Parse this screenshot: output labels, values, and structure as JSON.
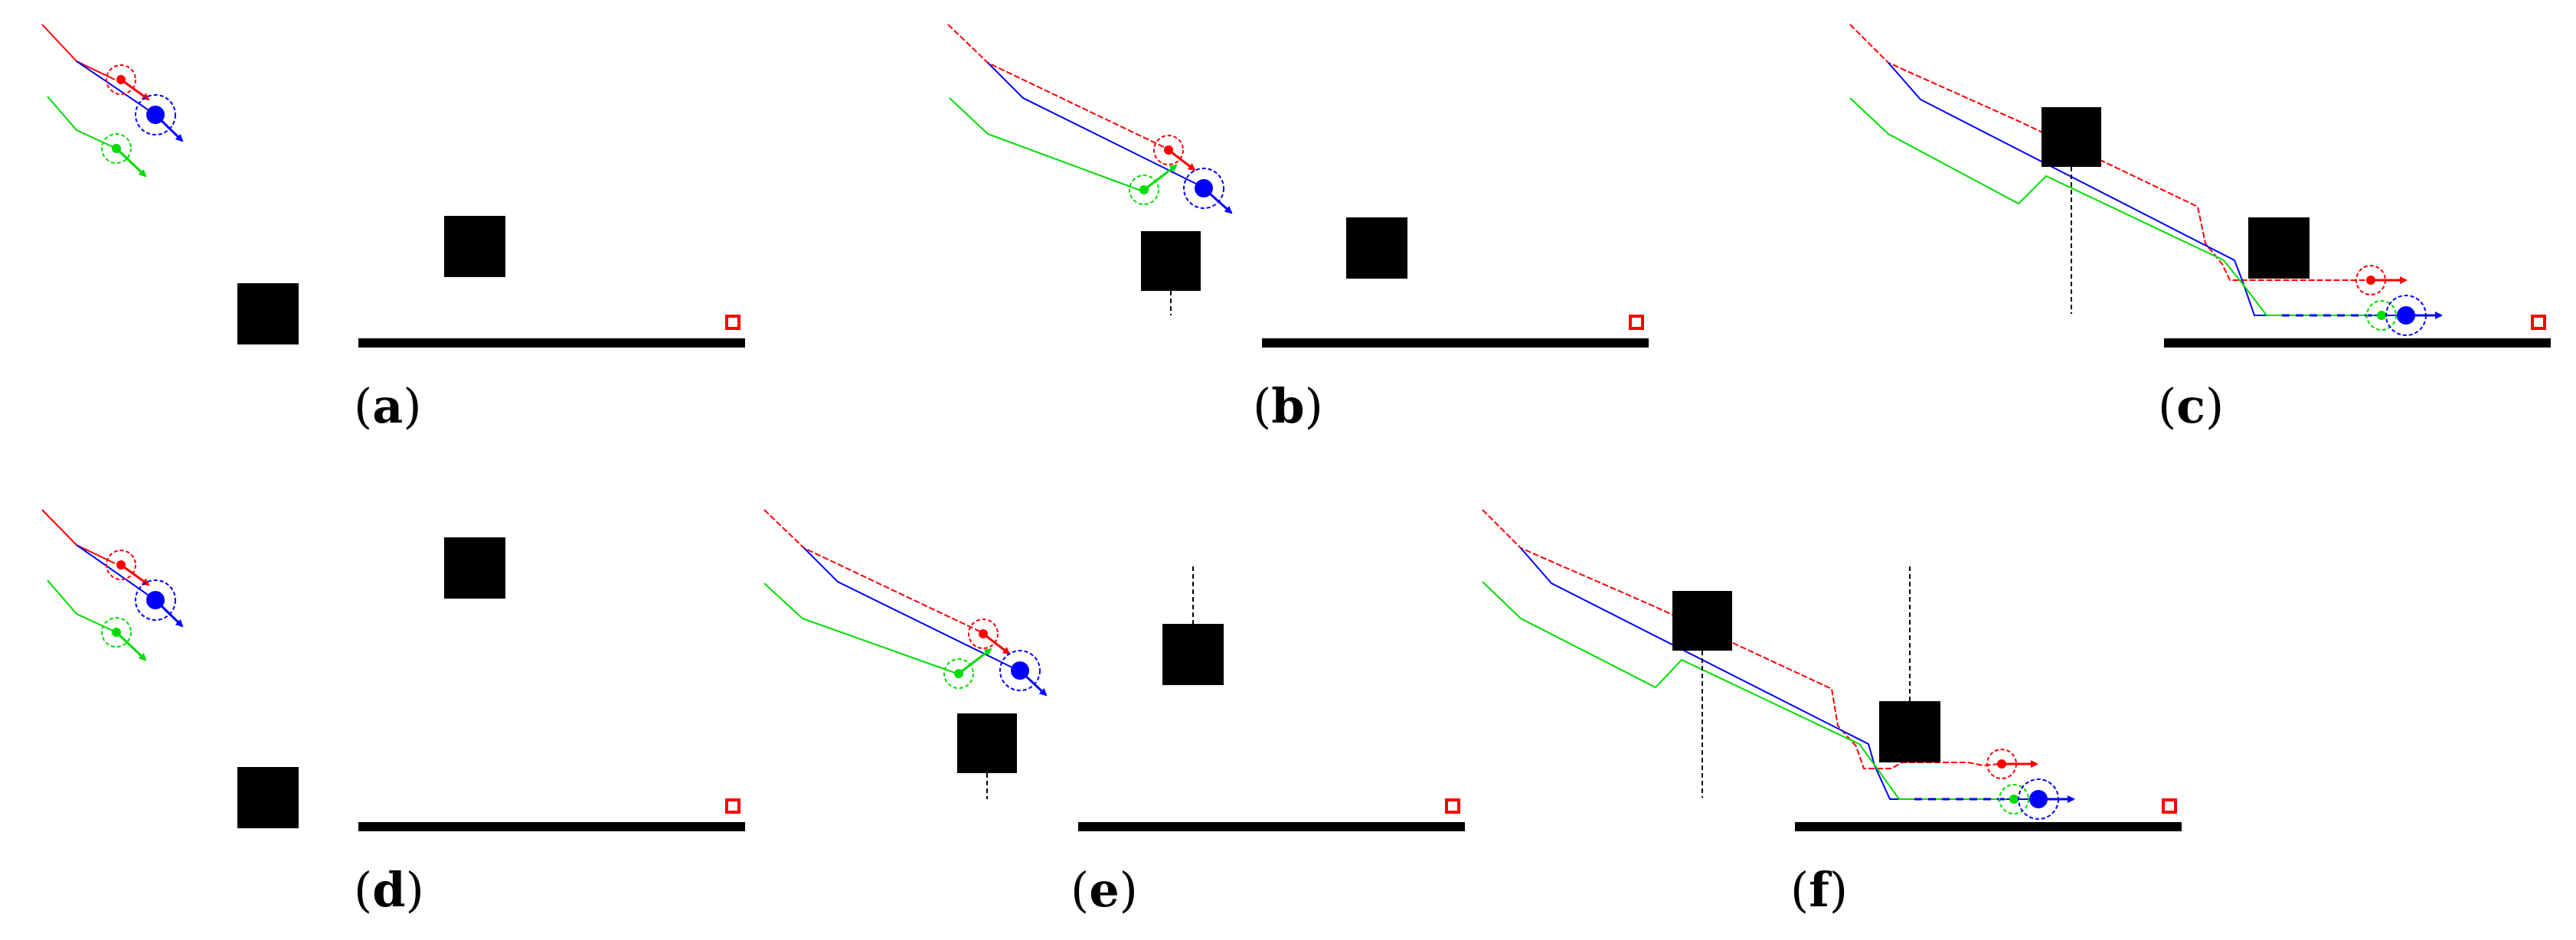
{
  "colors": {
    "agent_red": "#ff0000",
    "agent_blue": "#0000ff",
    "agent_green": "#00dd00",
    "obstacle": "#000000",
    "goal": "#ff0000"
  },
  "panels": [
    {
      "id": "a",
      "letter": "a",
      "label_open": "(",
      "label_close": ")"
    },
    {
      "id": "b",
      "letter": "b",
      "label_open": "(",
      "label_close": ")"
    },
    {
      "id": "c",
      "letter": "c",
      "label_open": "(",
      "label_close": ")"
    },
    {
      "id": "d",
      "letter": "d",
      "label_open": "(",
      "label_close": ")"
    },
    {
      "id": "e",
      "letter": "e",
      "label_open": "(",
      "label_close": ")"
    },
    {
      "id": "f",
      "letter": "f",
      "label_open": "(",
      "label_close": ")"
    }
  ]
}
